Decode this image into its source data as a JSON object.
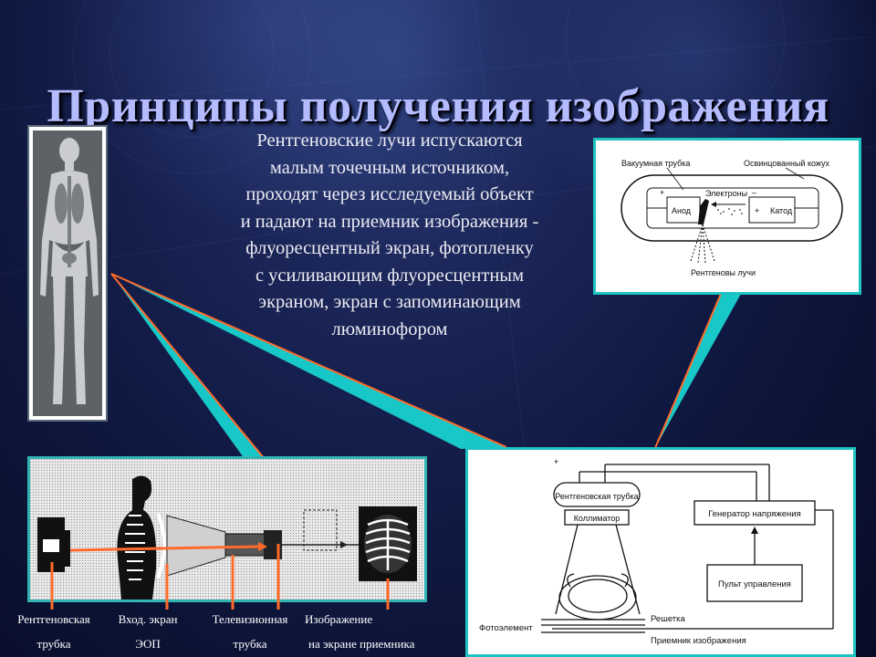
{
  "title": "Принципы получения изображения",
  "description": [
    "Рентгеновские лучи испускаются",
    "малым точечным источником,",
    "проходят через исследуемый объект",
    "и падают на приемник изображения -",
    "флуоресцентный экран, фотопленку",
    "с усиливающим флуоресцентным",
    "экраном,  экран с запоминающим",
    "люминофором"
  ],
  "tube_diagram": {
    "vacuum_tube": "Вакуумная трубка",
    "housing": "Освинцованный кожух",
    "anode": "Анод",
    "electrons": "Электроны",
    "cathode": "Катод",
    "xrays": "Рентгеновы лучи",
    "plus": "+",
    "minus": "–"
  },
  "block_diagram": {
    "xray_tube": "Рентгеновская трубка",
    "collimator": "Коллиматор",
    "generator": "Генератор напряжения",
    "control_panel": "Пульт управления",
    "grid": "Решетка",
    "photocell": "Фотоэлемент",
    "receiver": "Приемник изображения",
    "plus": "+",
    "minus": "–"
  },
  "photo_labels": {
    "tube": [
      "Рентгеновская",
      "трубка"
    ],
    "input_screen": [
      "Вход. экран",
      "ЭОП"
    ],
    "tv_tube": [
      "Телевизионная",
      "трубка"
    ],
    "receiver_image": [
      "Изображение",
      "на экране приемника"
    ]
  },
  "colors": {
    "title": "#b4bcff",
    "callout": "#18c8c8",
    "marker": "#ff6a2a"
  }
}
